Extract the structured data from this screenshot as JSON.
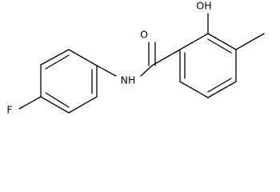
{
  "molecule": {
    "labels": {
      "fluorine": "F",
      "amide_nitrogen": "NH",
      "carbonyl_oxygen": "O",
      "hydroxyl": "OH"
    },
    "colors": {
      "bond": "#000000",
      "text": "#000000",
      "background": "#ffffff"
    }
  }
}
